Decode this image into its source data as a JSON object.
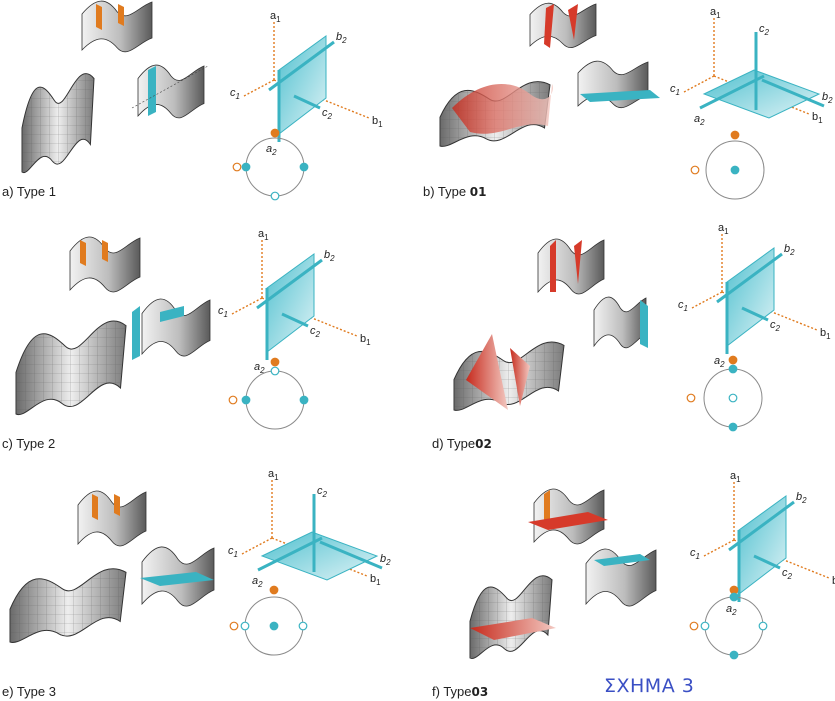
{
  "figure_label": "ΣΧΗΜΑ 3",
  "panels": [
    {
      "id": "a",
      "prefix": "a) Type",
      "type": "1",
      "type_bold": false,
      "axes": [
        "a",
        "b",
        "c",
        "c"
      ],
      "plane": "vertical"
    },
    {
      "id": "b",
      "prefix": "b) Type",
      "type": "01",
      "type_bold": true,
      "plane": "horizontal"
    },
    {
      "id": "c",
      "prefix": "c) Type",
      "type": "2",
      "type_bold": false,
      "plane": "vertical"
    },
    {
      "id": "d",
      "prefix": "d) Type",
      "type": "02",
      "type_bold": true,
      "plane": "vertical"
    },
    {
      "id": "e",
      "prefix": "e) Type",
      "type": "3",
      "type_bold": false,
      "plane": "horizontal"
    },
    {
      "id": "f",
      "prefix": "f) Type",
      "type": "03",
      "type_bold": true,
      "plane": "vertical"
    }
  ],
  "axis_letters": {
    "a": "a",
    "b": "b",
    "c": "c"
  },
  "subscripts": {
    "one": "1",
    "two": "2"
  },
  "colors": {
    "teal": "#3ab3c2",
    "orange": "#e07b1f",
    "red": "#d63a2a",
    "gray": "#8a8a8a",
    "dark": "#555555",
    "caption_blue": "#3a4fc4"
  }
}
